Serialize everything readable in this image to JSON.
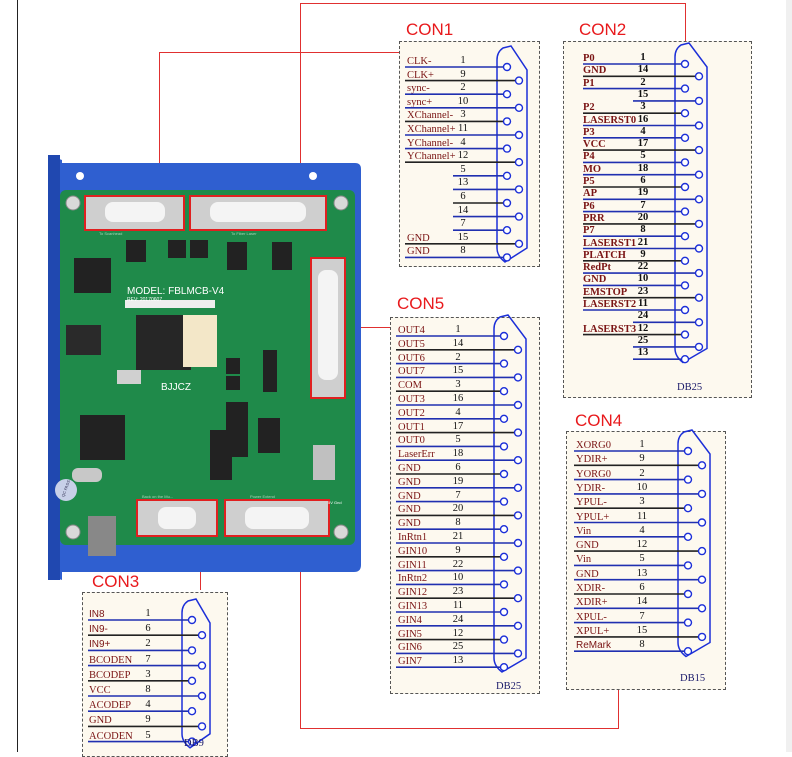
{
  "connectors": [
    {
      "id": "con1",
      "title": "CON1",
      "type": "",
      "pins": [
        {
          "label": "CLK-",
          "pin": "1"
        },
        {
          "label": "CLK+",
          "pin": "9"
        },
        {
          "label": "sync-",
          "pin": "2"
        },
        {
          "label": "sync+",
          "pin": "10"
        },
        {
          "label": "XChannel-",
          "pin": "3"
        },
        {
          "label": "XChannel+",
          "pin": "11"
        },
        {
          "label": "YChannel-",
          "pin": "4"
        },
        {
          "label": "YChannel+",
          "pin": "12"
        },
        {
          "label": "",
          "pin": "5"
        },
        {
          "label": "",
          "pin": "13"
        },
        {
          "label": "",
          "pin": "6"
        },
        {
          "label": "",
          "pin": "14"
        },
        {
          "label": "",
          "pin": "7"
        },
        {
          "label": "GND",
          "pin": "15"
        },
        {
          "label": "GND",
          "pin": "8"
        }
      ]
    },
    {
      "id": "con2",
      "title": "CON2",
      "type": "DB25",
      "pins": [
        {
          "label": "P0",
          "pin": "1"
        },
        {
          "label": "GND",
          "pin": "14"
        },
        {
          "label": "P1",
          "pin": "2"
        },
        {
          "label": "",
          "pin": "15"
        },
        {
          "label": "P2",
          "pin": "3"
        },
        {
          "label": "LASERST0",
          "pin": "16"
        },
        {
          "label": "P3",
          "pin": "4"
        },
        {
          "label": "VCC",
          "pin": "17"
        },
        {
          "label": "P4",
          "pin": "5"
        },
        {
          "label": "MO",
          "pin": "18"
        },
        {
          "label": "P5",
          "pin": "6"
        },
        {
          "label": "AP",
          "pin": "19"
        },
        {
          "label": "P6",
          "pin": "7"
        },
        {
          "label": "PRR",
          "pin": "20"
        },
        {
          "label": "P7",
          "pin": "8"
        },
        {
          "label": "LASERST1",
          "pin": "21"
        },
        {
          "label": "PLATCH",
          "pin": "9"
        },
        {
          "label": "RedPt",
          "pin": "22"
        },
        {
          "label": "GND",
          "pin": "10"
        },
        {
          "label": "EMSTOP",
          "pin": "23"
        },
        {
          "label": "LASERST2",
          "pin": "11"
        },
        {
          "label": "",
          "pin": "24"
        },
        {
          "label": "LASERST3",
          "pin": "12"
        },
        {
          "label": "",
          "pin": "25"
        },
        {
          "label": "",
          "pin": "13"
        }
      ]
    },
    {
      "id": "con5",
      "title": "CON5",
      "type": "DB25",
      "pins": [
        {
          "label": "OUT4",
          "pin": "1"
        },
        {
          "label": "OUT5",
          "pin": "14"
        },
        {
          "label": "OUT6",
          "pin": "2"
        },
        {
          "label": "OUT7",
          "pin": "15"
        },
        {
          "label": "COM",
          "pin": "3"
        },
        {
          "label": "OUT3",
          "pin": "16"
        },
        {
          "label": "OUT2",
          "pin": "4"
        },
        {
          "label": "OUT1",
          "pin": "17"
        },
        {
          "label": "OUT0",
          "pin": "5"
        },
        {
          "label": "LaserErr",
          "pin": "18"
        },
        {
          "label": "GND",
          "pin": "6"
        },
        {
          "label": "GND",
          "pin": "19"
        },
        {
          "label": "GND",
          "pin": "7"
        },
        {
          "label": "GND",
          "pin": "20"
        },
        {
          "label": "GND",
          "pin": "8"
        },
        {
          "label": "InRtn1",
          "pin": "21"
        },
        {
          "label": "GIN10",
          "pin": "9"
        },
        {
          "label": "GIN11",
          "pin": "22"
        },
        {
          "label": "InRtn2",
          "pin": "10"
        },
        {
          "label": "GIN12",
          "pin": "23"
        },
        {
          "label": "GIN13",
          "pin": "11"
        },
        {
          "label": "GIN4",
          "pin": "24"
        },
        {
          "label": "GIN5",
          "pin": "12"
        },
        {
          "label": "GIN6",
          "pin": "25"
        },
        {
          "label": "GIN7",
          "pin": "13"
        }
      ]
    },
    {
      "id": "con4",
      "title": "CON4",
      "type": "DB15",
      "pins": [
        {
          "label": "XORG0",
          "pin": "1"
        },
        {
          "label": "YDIR+",
          "pin": "9"
        },
        {
          "label": "YORG0",
          "pin": "2"
        },
        {
          "label": "YDIR-",
          "pin": "10"
        },
        {
          "label": "YPUL-",
          "pin": "3"
        },
        {
          "label": "YPUL+",
          "pin": "11"
        },
        {
          "label": "Vin",
          "pin": "4"
        },
        {
          "label": "GND",
          "pin": "12"
        },
        {
          "label": "Vin",
          "pin": "5"
        },
        {
          "label": "GND",
          "pin": "13"
        },
        {
          "label": "XDIR-",
          "pin": "6"
        },
        {
          "label": "XDIR+",
          "pin": "14"
        },
        {
          "label": "XPUL-",
          "pin": "7"
        },
        {
          "label": "XPUL+",
          "pin": "15"
        },
        {
          "label": "ReMark",
          "pin": "8"
        }
      ]
    },
    {
      "id": "con3",
      "title": "CON3",
      "type": "DB9",
      "pins": [
        {
          "label": "IN8",
          "pin": "1"
        },
        {
          "label": "IN9-",
          "pin": "6"
        },
        {
          "label": "IN9+",
          "pin": "2"
        },
        {
          "label": "BCODEN",
          "pin": "7"
        },
        {
          "label": "BCODEP",
          "pin": "3"
        },
        {
          "label": "VCC",
          "pin": "8"
        },
        {
          "label": "ACODEP",
          "pin": "4"
        },
        {
          "label": "GND",
          "pin": "9"
        },
        {
          "label": "ACODEN",
          "pin": "5"
        }
      ]
    }
  ],
  "board": {
    "model": "MODEL: FBLMCB-V4",
    "rev": "REV: 20170607",
    "brand": "BJJCZ",
    "silk_top_left": "To Scanhead",
    "silk_top_right": "To Fiber Laser",
    "silk_bottom_left": "Back on the Mu...",
    "silk_bottom_right": "Power Extend",
    "silk_5v": "5V Gnd",
    "qc_sticker": "QC PASS"
  },
  "colors": {
    "leader_line": "#e03030",
    "title": "#e8191c",
    "wire_blue": "#2030b0",
    "wire_black": "#222222",
    "connector_outline": "#1c2fd8",
    "label": "#7a1414",
    "panel_bg": "#fdf9ef",
    "board_green": "#1f8a4a",
    "chassis_blue": "#2f5fd0"
  }
}
